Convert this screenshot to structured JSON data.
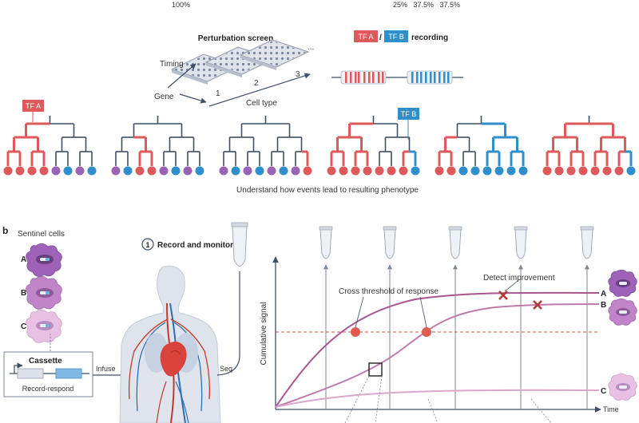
{
  "top_percent": {
    "left": "100%",
    "right": "25%   37.5%   37.5%"
  },
  "panel_a": {
    "screen_title": "Perturbation screen",
    "axis_timing": "Timing",
    "axis_gene": "Gene",
    "axis_cell_type": "Cell type",
    "ellipsis": "...",
    "plate_labels": [
      "1",
      "2",
      "3"
    ],
    "recording_tf_a": "TF A",
    "recording_slash": "/",
    "recording_tf_b": "TF B",
    "recording_word": "recording",
    "tree_label_tf_a": "TF A",
    "tree_label_tf_b": "TF B",
    "caption": "Understand how events lead to resulting phenotype"
  },
  "panel_b": {
    "letter": "b",
    "sentinel_title": "Sentinel cells",
    "cell_labels": [
      "A",
      "B",
      "C"
    ],
    "cassette_title": "Cassette",
    "cassette_sub": "Record-respond",
    "infuse": "Infuse",
    "seq": "Seq",
    "step_number": "1",
    "step_title": "Record and monitor",
    "threshold_label": "Cross threshold of response",
    "improve_label": "Detect improvement",
    "y_axis_label": "Cumulative signal",
    "x_axis_label": "Time",
    "curve_labels": [
      "A",
      "B",
      "C"
    ]
  },
  "colors": {
    "red": "#de5a5a",
    "blue": "#2f8fcb",
    "purple": "#9b63b6",
    "tree": "#3f4f66",
    "curve_a": "#a8568f",
    "curve_b": "#bf7aa8",
    "curve_c": "#dba6cc",
    "threshold": "#d9534f"
  }
}
